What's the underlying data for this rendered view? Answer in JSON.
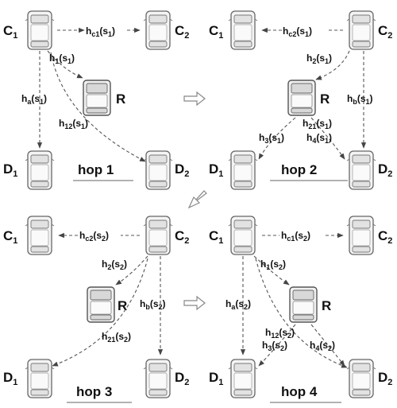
{
  "panels": [
    {
      "id": "hop1",
      "hop_label": "hop 1",
      "nodes": {
        "C1": "C",
        "C2": "C",
        "R": "R",
        "D1": "D",
        "D2": "D"
      },
      "node_subs": {
        "C1": "1",
        "C2": "2",
        "D1": "1",
        "D2": "2"
      },
      "edges": [
        {
          "label": "h",
          "sub": "c1",
          "arg": "(s",
          "argsub": "1",
          "tail": ")"
        },
        {
          "label": "h",
          "sub": "1",
          "arg": "(s",
          "argsub": "1",
          "tail": ")"
        },
        {
          "label": "h",
          "sub": "a",
          "arg": "(s",
          "argsub": "1",
          "tail": ")"
        },
        {
          "label": "h",
          "sub": "12",
          "arg": "(s",
          "argsub": "1",
          "tail": ")"
        }
      ]
    },
    {
      "id": "hop2",
      "hop_label": "hop 2",
      "nodes": {
        "C1": "C",
        "C2": "C",
        "R": "R",
        "D1": "D",
        "D2": "D"
      },
      "node_subs": {
        "C1": "1",
        "C2": "2",
        "D1": "1",
        "D2": "2"
      },
      "edges": [
        {
          "label": "h",
          "sub": "c2",
          "arg": "(s",
          "argsub": "1",
          "tail": ")"
        },
        {
          "label": "h",
          "sub": "2",
          "arg": "(s",
          "argsub": "1",
          "tail": ")"
        },
        {
          "label": "h",
          "sub": "b",
          "arg": "(s",
          "argsub": "1",
          "tail": ")"
        },
        {
          "label": "h",
          "sub": "21",
          "arg": "(s",
          "argsub": "1",
          "tail": ")"
        },
        {
          "label": "h",
          "sub": "3",
          "arg": "(s",
          "argsub": "1",
          "tail": ")"
        },
        {
          "label": "h",
          "sub": "4",
          "arg": "(s",
          "argsub": "1",
          "tail": ")"
        }
      ]
    },
    {
      "id": "hop3",
      "hop_label": "hop 3",
      "nodes": {
        "C1": "C",
        "C2": "C",
        "R": "R",
        "D1": "D",
        "D2": "D"
      },
      "node_subs": {
        "C1": "1",
        "C2": "2",
        "D1": "1",
        "D2": "2"
      },
      "edges": [
        {
          "label": "h",
          "sub": "c2",
          "arg": "(s",
          "argsub": "2",
          "tail": ")"
        },
        {
          "label": "h",
          "sub": "2",
          "arg": "(s",
          "argsub": "2",
          "tail": ")"
        },
        {
          "label": "h",
          "sub": "b",
          "arg": "(s",
          "argsub": "2",
          "tail": ")"
        },
        {
          "label": "h",
          "sub": "21",
          "arg": "(s",
          "argsub": "2",
          "tail": ")"
        }
      ]
    },
    {
      "id": "hop4",
      "hop_label": "hop 4",
      "nodes": {
        "C1": "C",
        "C2": "C",
        "R": "R",
        "D1": "D",
        "D2": "D"
      },
      "node_subs": {
        "C1": "1",
        "C2": "2",
        "D1": "1",
        "D2": "2"
      },
      "edges": [
        {
          "label": "h",
          "sub": "c1",
          "arg": "(s",
          "argsub": "2",
          "tail": ")"
        },
        {
          "label": "h",
          "sub": "1",
          "arg": "(s",
          "argsub": "2",
          "tail": ")"
        },
        {
          "label": "h",
          "sub": "a",
          "arg": "(s",
          "argsub": "2",
          "tail": ")"
        },
        {
          "label": "h",
          "sub": "12",
          "arg": "(s",
          "argsub": "2",
          "tail": ")"
        },
        {
          "label": "h",
          "sub": "3",
          "arg": "(s",
          "argsub": "2",
          "tail": ")"
        },
        {
          "label": "h",
          "sub": "4",
          "arg": "(s",
          "argsub": "2",
          "tail": ")"
        }
      ]
    }
  ],
  "colors": {
    "arrow": "#555555",
    "car_body": "#f4f4f4",
    "car_outline": "#666666",
    "text": "#111111"
  }
}
